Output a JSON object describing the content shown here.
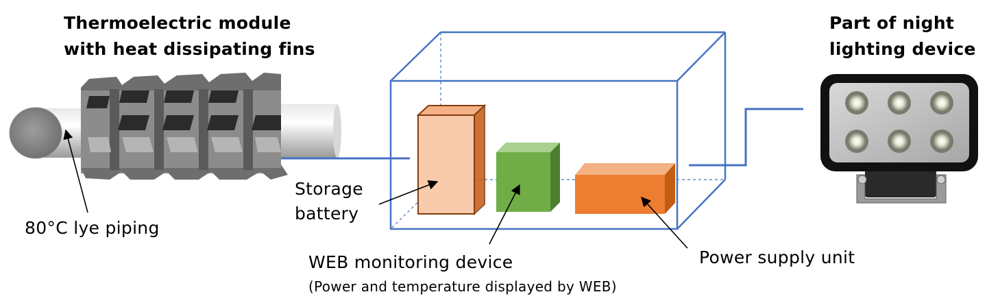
{
  "labels": {
    "thermo_line1": "Thermoelectric module",
    "thermo_line2": "with heat dissipating fins",
    "lye_piping": "80°C lye piping",
    "storage_line1": "Storage",
    "storage_line2": "battery",
    "web_device": "WEB monitoring device",
    "web_note": "(Power and temperature displayed by WEB)",
    "power_supply": "Power supply unit",
    "night_line1": "Part of night",
    "night_line2": "lighting device"
  },
  "colors": {
    "frame": "#4472c4",
    "battery": "#f8cbad",
    "battery_edge": "#843c0c",
    "web_device": "#70ad47",
    "power_supply": "#ed7d31",
    "fins": "#7f7f7f"
  }
}
